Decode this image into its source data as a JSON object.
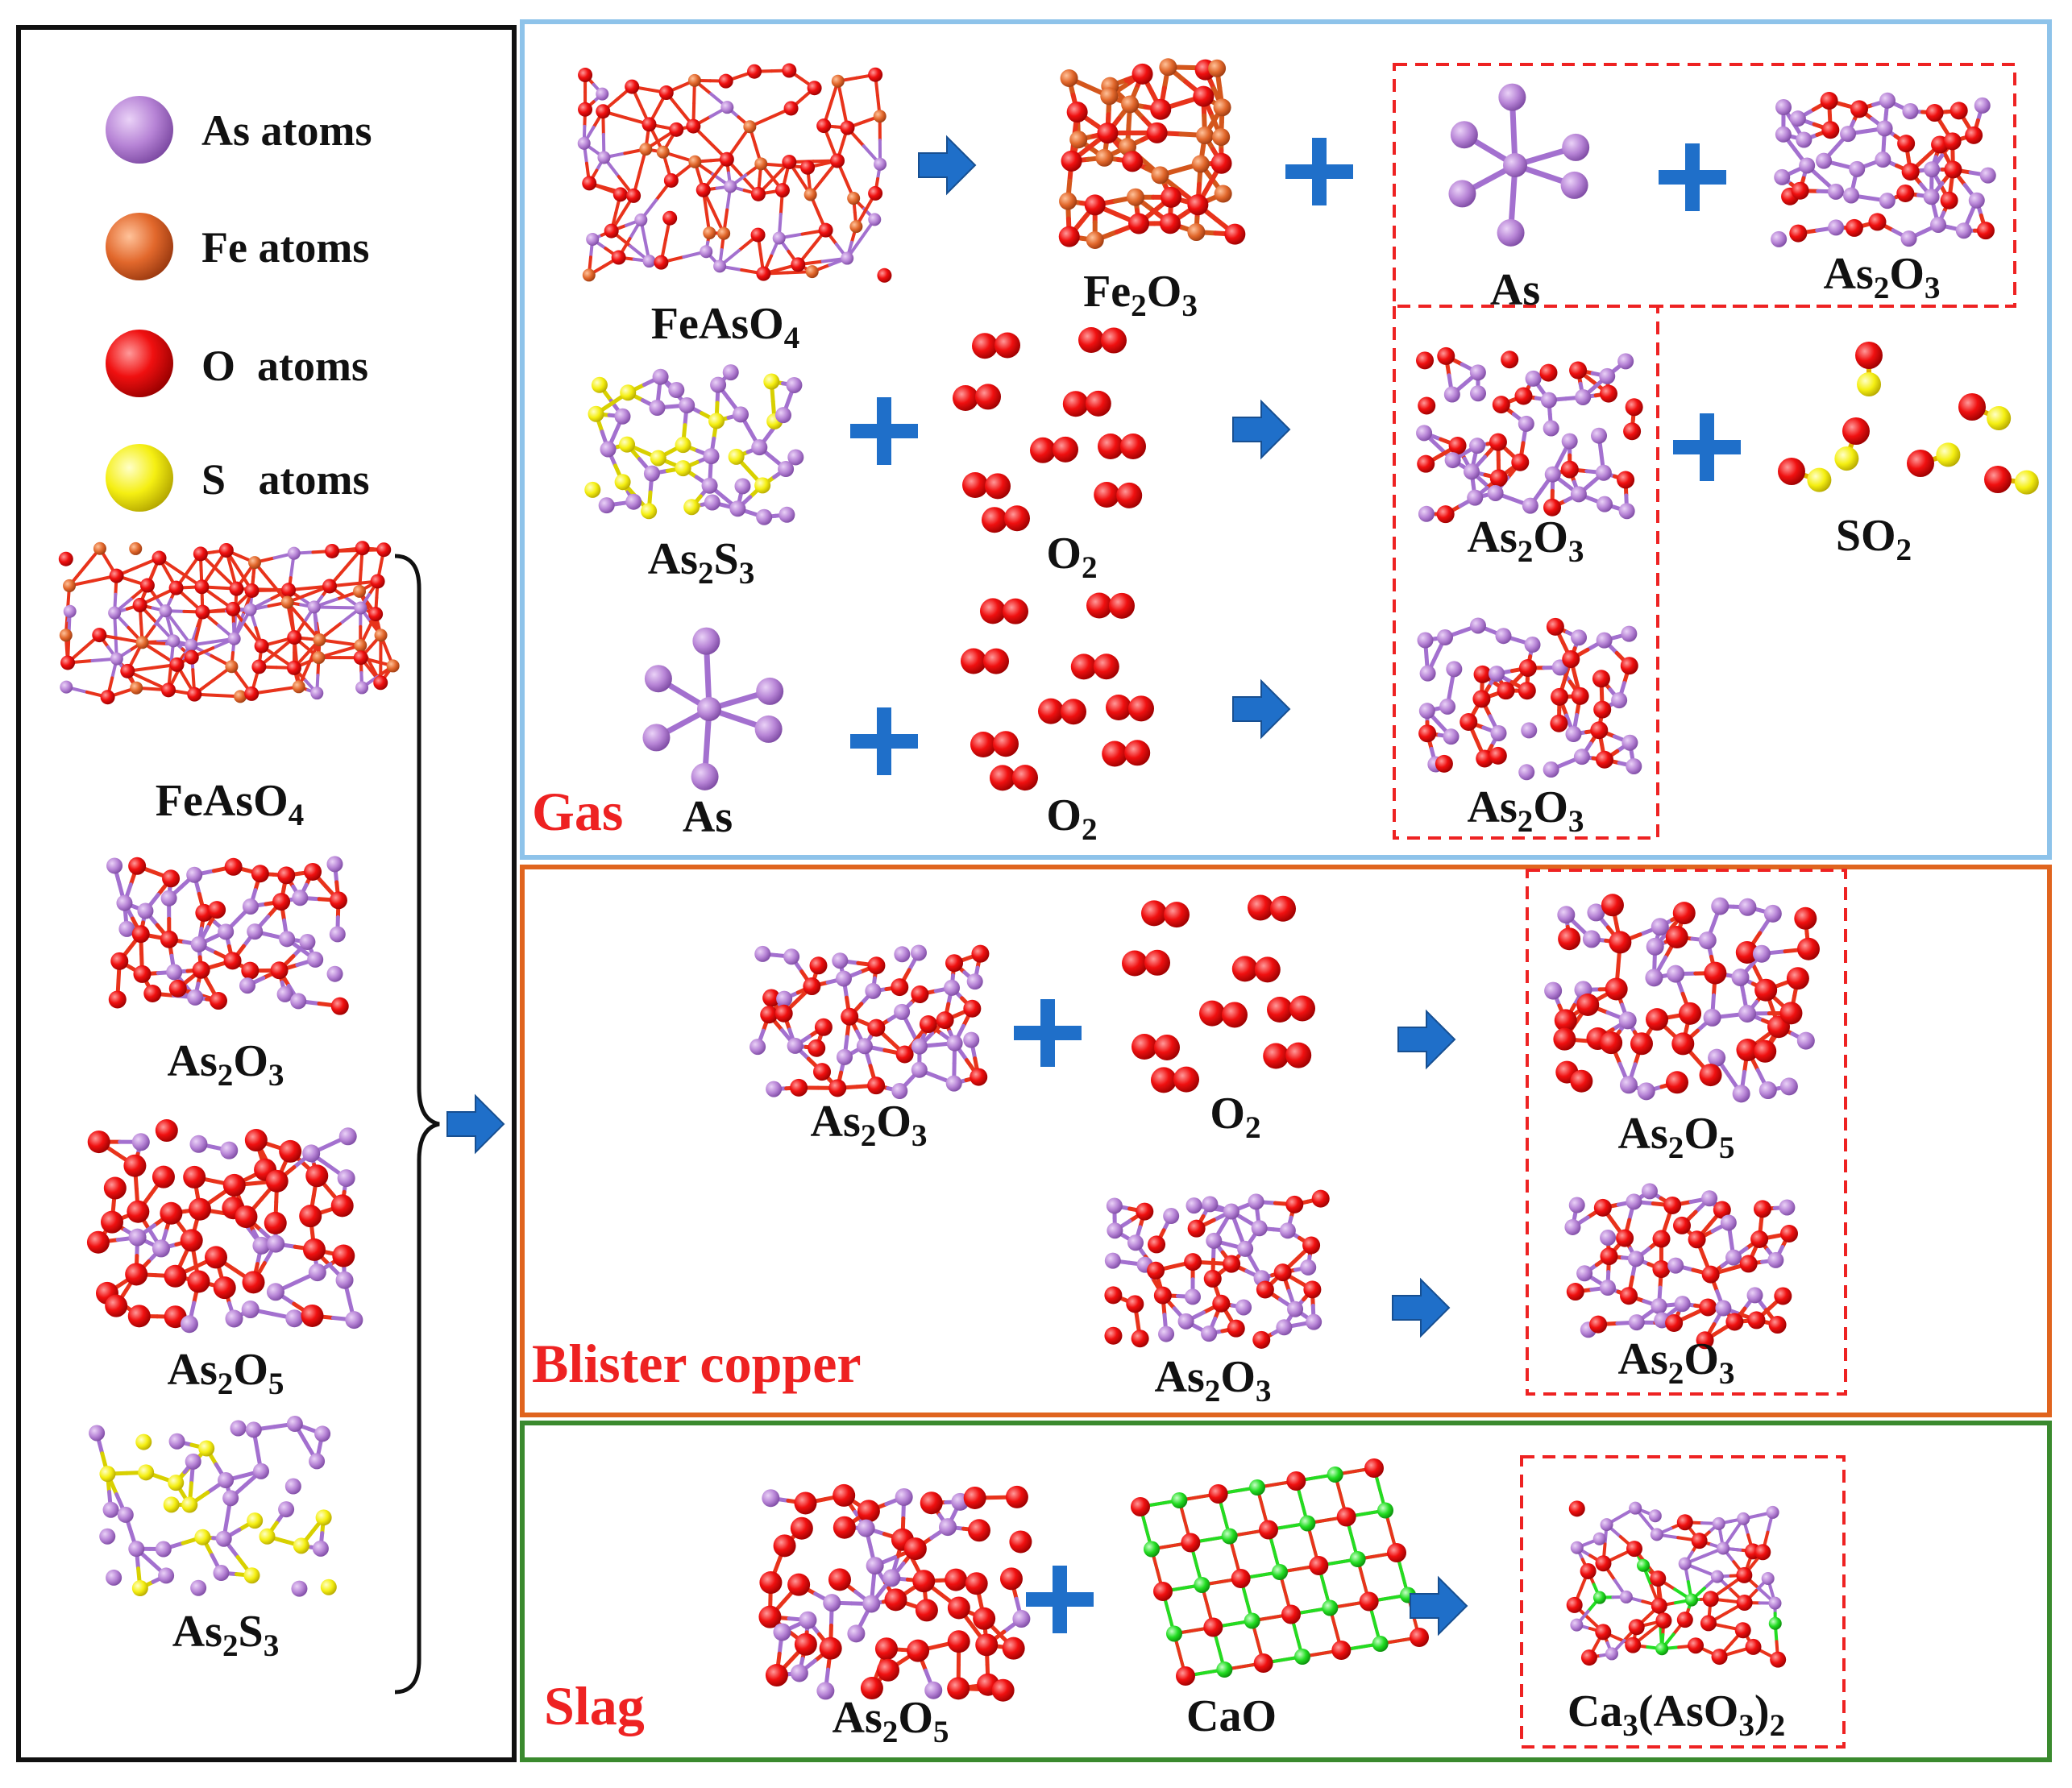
{
  "legend": {
    "items": [
      {
        "label": "As atoms",
        "color": "#b27fd0"
      },
      {
        "label": "Fe atoms",
        "color": "#e0642c"
      },
      {
        "label": "O  atoms",
        "color": "#ee1111"
      },
      {
        "label": "S   atoms",
        "color": "#f2ee10"
      }
    ]
  },
  "inputs": {
    "feaso4": {
      "base": "FeAsO",
      "sub": "4"
    },
    "as2o3": {
      "p1": "As",
      "s1": "2",
      "p2": "O",
      "s2": "3"
    },
    "as2o5": {
      "p1": "As",
      "s1": "2",
      "p2": "O",
      "s2": "5"
    },
    "as2s3": {
      "p1": "As",
      "s1": "2",
      "p2": "S",
      "s2": "3"
    }
  },
  "gas": {
    "title": "Gas",
    "title_color": "#ee2222",
    "border_color": "#8ec3ea",
    "r1": {
      "reactant": {
        "base": "FeAsO",
        "sub": "4"
      },
      "product1": {
        "p1": "Fe",
        "s1": "2",
        "p2": "O",
        "s2": "3"
      },
      "product2": "As",
      "product3": {
        "p1": "As",
        "s1": "2",
        "p2": "O",
        "s2": "3"
      }
    },
    "r2": {
      "reactant1": {
        "p1": "As",
        "s1": "2",
        "p2": "S",
        "s2": "3"
      },
      "reactant2": {
        "p1": "O",
        "s1": "2"
      },
      "product1": {
        "p1": "As",
        "s1": "2",
        "p2": "O",
        "s2": "3"
      },
      "product2": {
        "p1": "SO",
        "s1": "2"
      }
    },
    "r3": {
      "reactant1": "As",
      "reactant2": {
        "p1": "O",
        "s1": "2"
      },
      "product": {
        "p1": "As",
        "s1": "2",
        "p2": "O",
        "s2": "3"
      }
    }
  },
  "blister": {
    "title": "Blister copper",
    "title_color": "#ee2222",
    "border_color": "#e0641e",
    "r1": {
      "reactant1": {
        "p1": "As",
        "s1": "2",
        "p2": "O",
        "s2": "3"
      },
      "reactant2": {
        "p1": "O",
        "s1": "2"
      },
      "product": {
        "p1": "As",
        "s1": "2",
        "p2": "O",
        "s2": "5"
      }
    },
    "r2": {
      "reactant": {
        "p1": "As",
        "s1": "2",
        "p2": "O",
        "s2": "3"
      },
      "product": {
        "p1": "As",
        "s1": "2",
        "p2": "O",
        "s2": "3"
      }
    }
  },
  "slag": {
    "title": "Slag",
    "title_color": "#ee2222",
    "border_color": "#3a8a2e",
    "r1": {
      "reactant1": {
        "p1": "As",
        "s1": "2",
        "p2": "O",
        "s2": "5"
      },
      "reactant2": "CaO",
      "product": {
        "p1": "Ca",
        "s1": "3",
        "p2": "(AsO",
        "s2": "3",
        "p3": ")",
        "s3": "2"
      }
    }
  },
  "colors": {
    "arrow": "#1f6fc9",
    "plus": "#1f6fc9",
    "product_box": "#ee2222",
    "bond_red": "#e8331b",
    "bond_purple": "#a370cf",
    "ca_green": "#22dd22"
  }
}
